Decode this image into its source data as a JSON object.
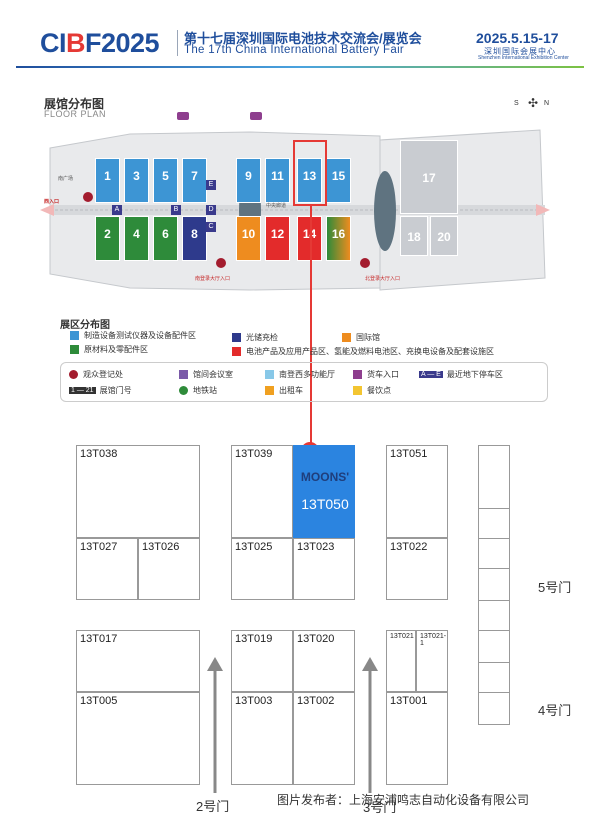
{
  "header": {
    "logo_part1": "CI",
    "logo_part2": "B",
    "logo_part3": "F2025",
    "title_cn": "第十七届深圳国际电池技术交流会/展览会",
    "title_en": "The 17th China International Battery Fair",
    "date": "2025.5.15-17",
    "venue_cn": "深圳国际会展中心",
    "venue_en": "Shenzhen International Exhibition Center"
  },
  "floor_plan": {
    "title_cn": "展馆分布图",
    "title_en": "FLOOR PLAN",
    "compass_s": "S",
    "compass_n": "N",
    "halls_top": [
      "1",
      "3",
      "5",
      "7",
      "9",
      "11",
      "13",
      "15"
    ],
    "halls_bottom": [
      "2",
      "4",
      "6",
      "8",
      "10",
      "12",
      "14",
      "16"
    ],
    "halls_right": [
      "17",
      "18",
      "20"
    ],
    "west_entrance": "西入口",
    "south_lobby": "南登录大厅入口",
    "north_lobby": "北登录大厅入口",
    "south_plaza": "南广场",
    "central_corridor": "中央廊道",
    "highlight_hall": "13"
  },
  "legend": {
    "title": "展区分布图",
    "items": [
      {
        "label": "制造设备测试仪器及设备配件区",
        "color": "#3d95d4"
      },
      {
        "label": "原材料及零配件区",
        "color": "#2e8b3a"
      },
      {
        "label": "光储充检",
        "color": "#2e3a8c"
      },
      {
        "label": "国际馆",
        "color": "#ee8c1f"
      },
      {
        "label": "电池产品及应用产品区、氢能及燃料电池区、充换电设备及配套设施区",
        "color": "#e32b2b"
      }
    ],
    "services": [
      {
        "label": "观众登记处",
        "icon": "registration-icon"
      },
      {
        "label": "展馆门号",
        "icon": "gate-number-icon",
        "range": "1 — 21"
      },
      {
        "label": "馆间会议室",
        "icon": "meeting-room-icon"
      },
      {
        "label": "地铁站",
        "icon": "metro-icon"
      },
      {
        "label": "南登西多功能厅",
        "icon": "hall-icon"
      },
      {
        "label": "出租车",
        "icon": "taxi-icon"
      },
      {
        "label": "货车入口",
        "icon": "truck-icon"
      },
      {
        "label": "餐饮点",
        "icon": "food-icon"
      },
      {
        "label": "最近地下停车区",
        "icon": "parking-icon",
        "range": "A — E"
      }
    ]
  },
  "booths": [
    {
      "id": "13T038"
    },
    {
      "id": "13T039"
    },
    {
      "id": "13T050",
      "brand": "MOONS'"
    },
    {
      "id": "13T051"
    },
    {
      "id": "13T027"
    },
    {
      "id": "13T026"
    },
    {
      "id": "13T025"
    },
    {
      "id": "13T023"
    },
    {
      "id": "13T022"
    },
    {
      "id": "13T017"
    },
    {
      "id": "13T019"
    },
    {
      "id": "13T020"
    },
    {
      "id": "13T021"
    },
    {
      "id": "13T021-1"
    },
    {
      "id": "13T005"
    },
    {
      "id": "13T003"
    },
    {
      "id": "13T002"
    },
    {
      "id": "13T001"
    }
  ],
  "doors": {
    "d2": "2号门",
    "d3": "3号门",
    "d4": "4号门",
    "d5": "5号门"
  },
  "footer": "图片发布者：上海安浦鸣志自动化设备有限公司",
  "colors": {
    "highlight": "#2b84e0",
    "marker": "#e53935",
    "brand": "#1f4e9c"
  }
}
